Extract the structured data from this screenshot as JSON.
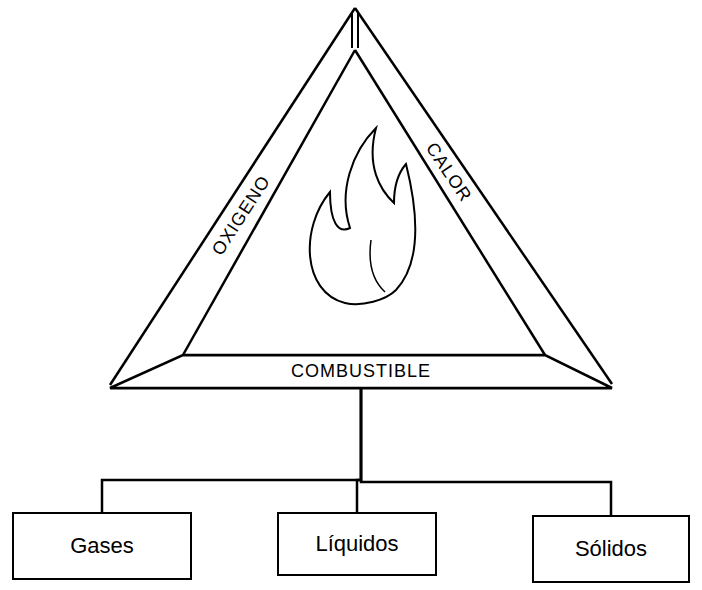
{
  "diagram": {
    "nodes": [
      {
        "text": [
          "COMBUSTIBLE"
        ]
      },
      {
        "text": [
          "Gases"
        ]
      },
      {
        "text": [
          "Líquidos"
        ]
      },
      {
        "text": [
          "Sólidos"
        ]
      }
    ],
    "edges": [
      {
        "from": 0,
        "to": 1,
        "arrow": "none"
      },
      {
        "from": 0,
        "to": 2,
        "arrow": "none"
      },
      {
        "from": 0,
        "to": 3,
        "arrow": "none"
      }
    ],
    "labels": [
      "OXIGENO",
      "CALOR"
    ]
  }
}
